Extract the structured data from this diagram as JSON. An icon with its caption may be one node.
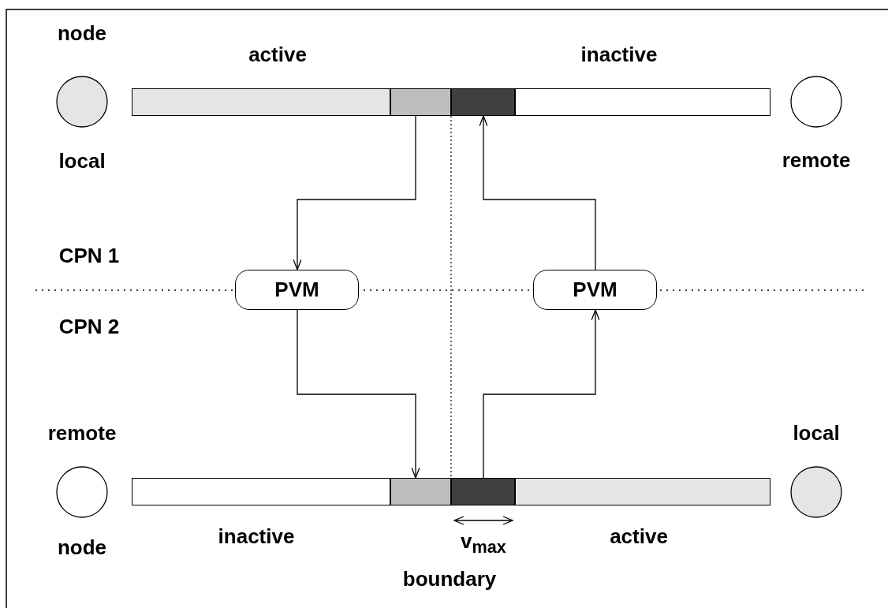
{
  "diagram": {
    "nodes": [
      {
        "text": [],
        "shape": "circle",
        "beside": [
          "node",
          "local"
        ]
      },
      {
        "text": [],
        "shape": "bar"
      },
      {
        "text": [],
        "shape": "bar"
      },
      {
        "text": [],
        "shape": "bar"
      },
      {
        "text": [],
        "shape": "bar"
      },
      {
        "text": [],
        "shape": "circle",
        "beside": [
          "remote"
        ]
      },
      {
        "text": [
          "PVM"
        ]
      },
      {
        "text": [
          "PVM"
        ]
      },
      {
        "text": [],
        "shape": "circle",
        "beside": [
          "remote",
          "node"
        ]
      },
      {
        "text": [],
        "shape": "bar"
      },
      {
        "text": [],
        "shape": "bar"
      },
      {
        "text": [],
        "shape": "bar"
      },
      {
        "text": [],
        "shape": "bar"
      },
      {
        "text": [],
        "shape": "circle",
        "beside": [
          "local"
        ]
      }
    ],
    "edges": [
      {
        "from": 2,
        "to": 6,
        "arrow": "to"
      },
      {
        "from": 6,
        "to": 10,
        "arrow": "to"
      },
      {
        "from": 11,
        "to": 7,
        "arrow": "to"
      },
      {
        "from": 7,
        "to": 3,
        "arrow": "to"
      }
    ],
    "labels": [
      "active",
      "inactive",
      "CPN 1",
      "CPN 2",
      "inactive",
      "active",
      "v$_{max}$",
      "boundary"
    ]
  }
}
